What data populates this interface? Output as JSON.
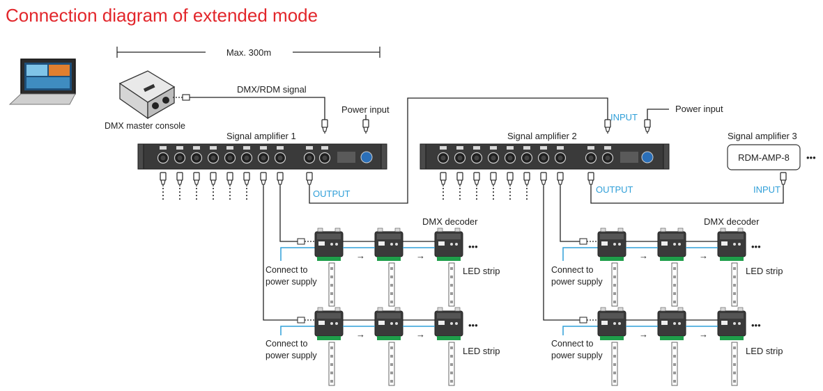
{
  "title": "Connection diagram of extended mode",
  "distance_label": "Max. 300m",
  "signal_label": "DMX/RDM signal",
  "master_console_label": "DMX master console",
  "amplifier_1_label": "Signal amplifier 1",
  "amplifier_2_label": "Signal amplifier 2",
  "amplifier_3_label": "Signal amplifier 3",
  "amplifier_3_model": "RDM-AMP-8",
  "power_input_label": "Power input",
  "input_label": "INPUT",
  "output_label": "OUTPUT",
  "decoder_label": "DMX decoder",
  "power_supply_line1": "Connect to",
  "power_supply_line2": "power supply",
  "led_strip_label": "LED strip",
  "ellipsis": "•••",
  "colors": {
    "title": "#e2262b",
    "accent_blue": "#2f9fd8",
    "device_dark": "#3a3a3a"
  }
}
